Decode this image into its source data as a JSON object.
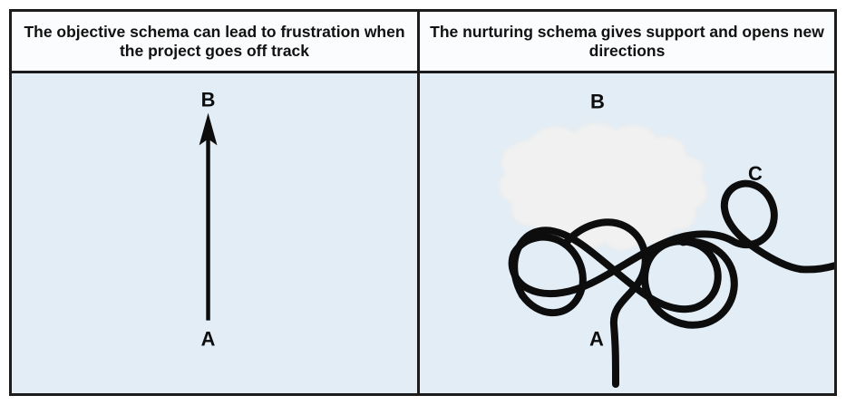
{
  "figure": {
    "columns": [
      {
        "header": "The objective schema can lead to frustration when the project goes off track",
        "panel_name": "objective-schema-panel"
      },
      {
        "header": "The nurturing schema gives support and opens new directions",
        "panel_name": "nurturing-schema-panel"
      }
    ],
    "left_panel": {
      "labels": {
        "start": "A",
        "end": "B"
      },
      "path_kind": "straight-arrow"
    },
    "right_panel": {
      "labels": {
        "start": "A",
        "intended_end": "B",
        "actual_end": "C"
      },
      "path_kind": "tangled-looping-arrow",
      "blob_name": "support-cloud"
    },
    "colors": {
      "panel_background": "#e2edf6",
      "header_background": "#fafcfd",
      "border": "#1c1c1c",
      "stroke": "#0d0d0d",
      "blob_fill": "#f2f2f2",
      "text": "#111111"
    }
  }
}
